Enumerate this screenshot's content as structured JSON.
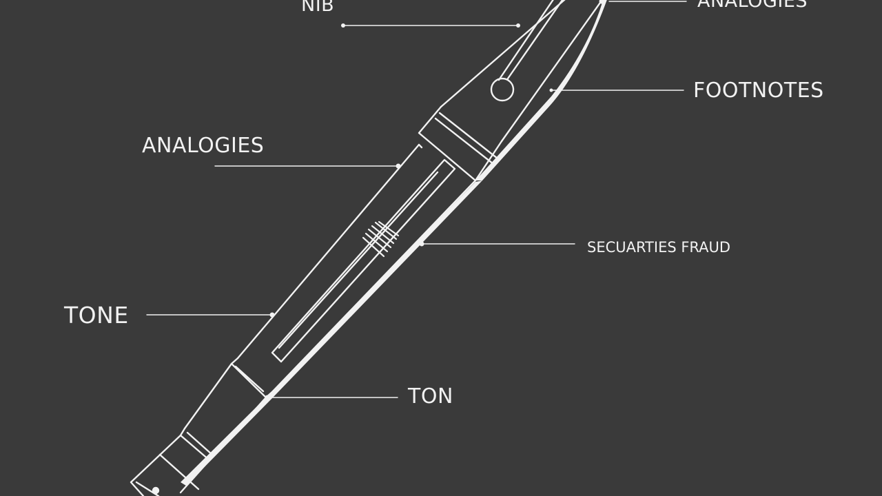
{
  "labels": {
    "nib": "NIB",
    "analogies_top": "ANALOGIES",
    "footnotes": "FOOTNOTES",
    "analogies": "ANALOGIES",
    "securities_fraud": "SECUARTIES FRAUD",
    "tone": "TONE",
    "ton": "TON"
  },
  "colors": {
    "background": "#3a3a3a",
    "line": "#f2f2f2"
  }
}
